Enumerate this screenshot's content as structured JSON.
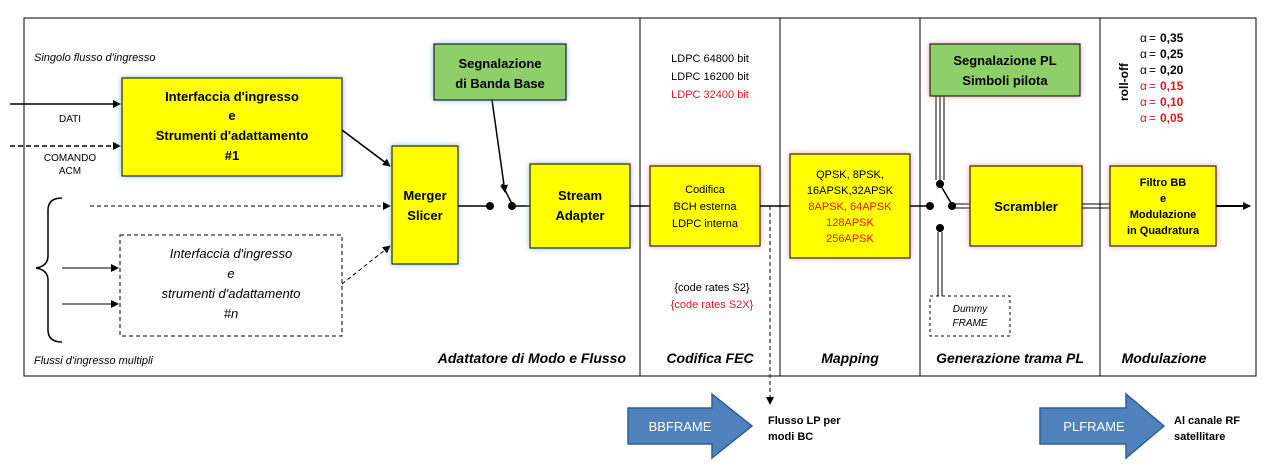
{
  "inputs": {
    "single_title": "Singolo flusso d'ingresso",
    "multi_title": "Flussi d'ingresso multipli",
    "dati": "DATI",
    "comando_1": "COMANDO",
    "comando_2": "ACM"
  },
  "blocks": {
    "interface1": [
      "Interfaccia d'ingresso",
      "e",
      "Strumenti d'adattamento",
      "#1"
    ],
    "interfaceN": [
      "Interfaccia d'ingresso",
      "e",
      "strumenti d'adattamento",
      "#n"
    ],
    "merger": [
      "Merger",
      "Slicer"
    ],
    "bb_signalling": [
      "Segnalazione",
      "di Banda Base"
    ],
    "stream_adapter": [
      "Stream",
      "Adapter"
    ],
    "fec": [
      "Codifica",
      "BCH esterna",
      "LDPC interna"
    ],
    "mapping": [
      "QPSK, 8PSK,",
      "16APSK,32APSK",
      "8APSK, 64APSK",
      "128APSK",
      "256APSK"
    ],
    "pl_signalling": [
      "Segnalazione PL",
      "Simboli pilota"
    ],
    "scrambler": "Scrambler",
    "dummy": [
      "Dummy",
      "FRAME"
    ],
    "filter": [
      "Filtro BB",
      "e",
      "Modulazione",
      "in Quadratura"
    ]
  },
  "ldpc": [
    "LDPC 64800 bit",
    "LDPC 16200 bit",
    "LDPC 32400 bit"
  ],
  "code_rates": [
    "{code rates S2}",
    "{code rates S2X}"
  ],
  "rolloff": {
    "label": "roll-off",
    "alpha_symbol": "α",
    "values": [
      "0,35",
      "0,25",
      "0,20",
      "0,15",
      "0,10",
      "0,05"
    ]
  },
  "sections": {
    "adapter": "Adattatore di Modo e Flusso",
    "fec": "Codifica FEC",
    "mapping": "Mapping",
    "pl_frame_gen": "Generazione trama PL",
    "modulation": "Modulazione"
  },
  "bottom": {
    "bbframe": "BBFRAME",
    "lp_1": "Flusso LP per",
    "lp_2": "modi BC",
    "plframe": "PLFRAME",
    "rf_1": "Al canale RF",
    "rf_2": "satellitare"
  },
  "colors": {
    "block_fill": "#ffff00",
    "green_fill": "#8fcf6a",
    "red_text": "#e8141c",
    "arrow_fill": "#4f81bd",
    "glow_blue": "#9cc7ff",
    "glow_red": "#f4a6a6"
  }
}
